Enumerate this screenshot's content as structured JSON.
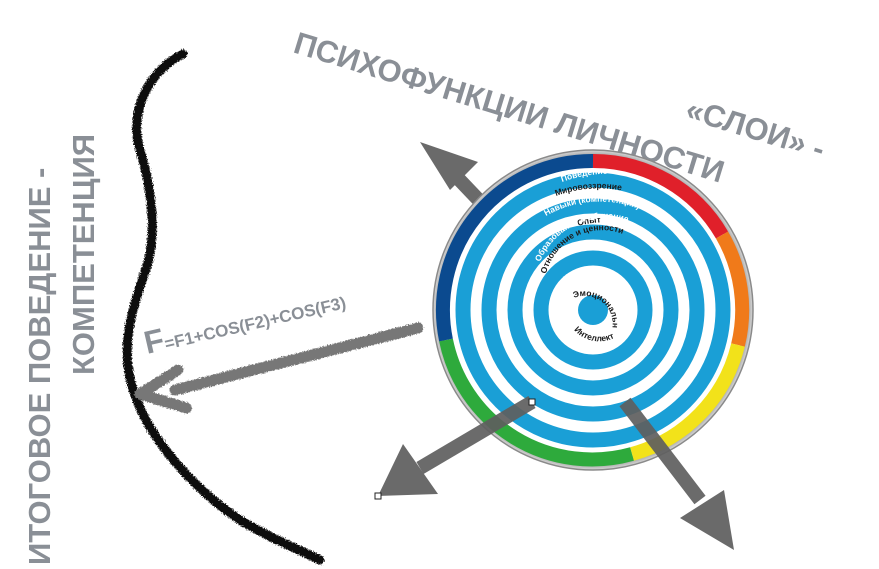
{
  "headline": {
    "line1": "ПСИХОФУНКЦИИ ЛИЧНОСТИ",
    "line2": "«СЛОИ» -"
  },
  "side_title": {
    "line1": "ИТОГОВОЕ ПОВЕДЕНИЕ -",
    "line2": "КОМПЕТЕНЦИЯ"
  },
  "formula": {
    "big_letter": "F",
    "rest": "=F1+COS(F2)+COS(F3)"
  },
  "target": {
    "layers": [
      "Поведение",
      "Мировоззрение",
      "Навыки (компетенции)",
      "Опыт",
      "Образование и обучение",
      "Отношение и ценности",
      "Интеллект",
      "Эмоциональный",
      "Интеллект"
    ]
  },
  "colors": {
    "text_gray": "#8a8f96",
    "arrow_gray": "#6a6a6a",
    "ring_blue": "#1a9fd6",
    "dark_blue": "#0b4a8f",
    "red": "#e0202a",
    "yellow": "#f2e21a",
    "green": "#2eaa3c",
    "rim": "#b8b8b8"
  }
}
